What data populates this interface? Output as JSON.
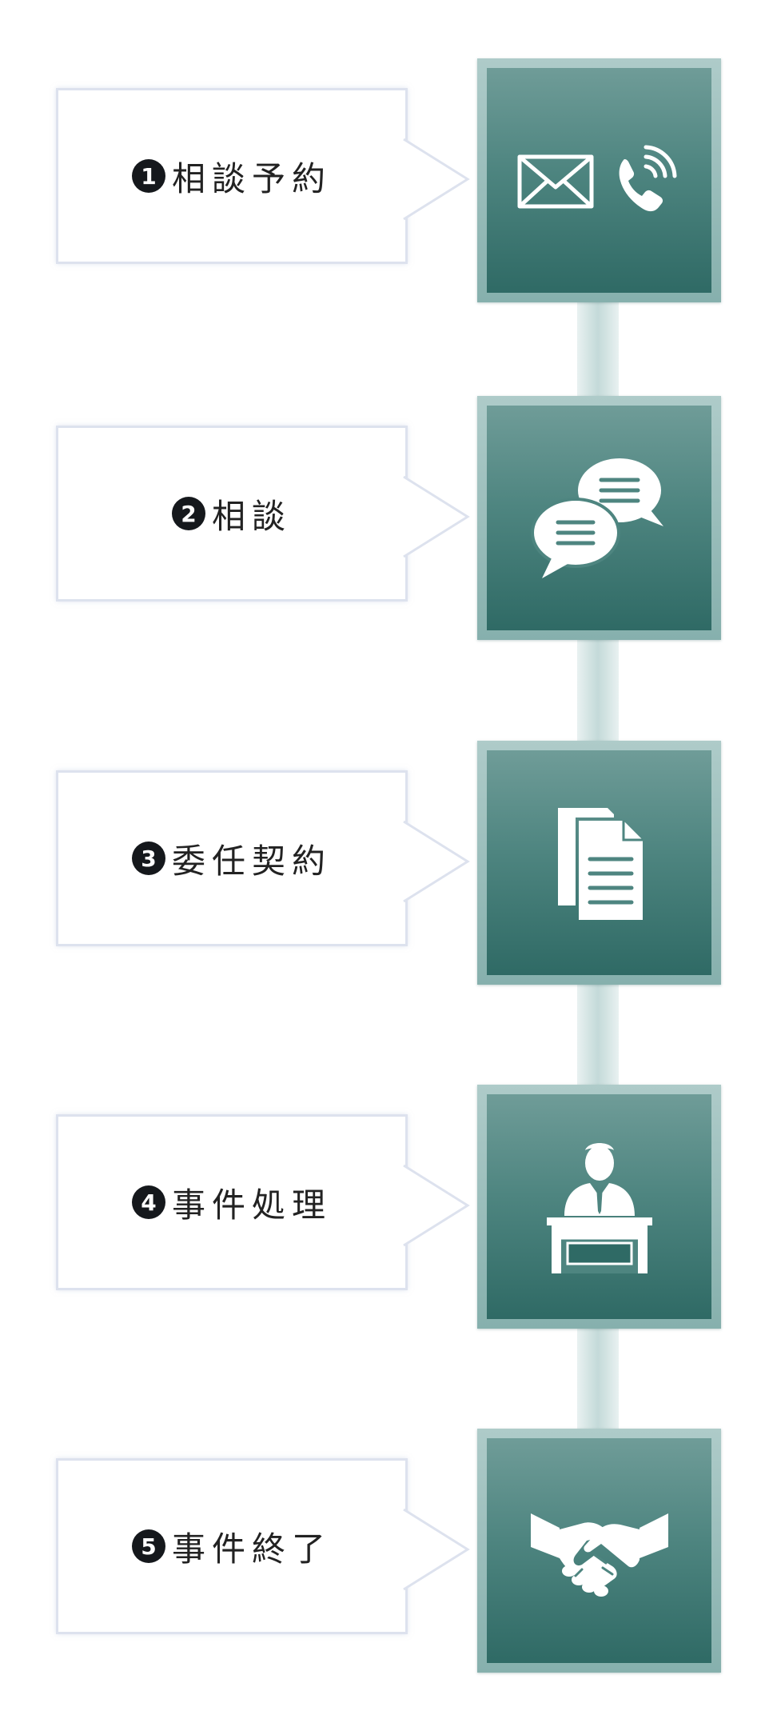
{
  "steps": [
    {
      "number": "1",
      "label": "相談予約",
      "icon": "mail-and-phone-icon"
    },
    {
      "number": "2",
      "label": "相談",
      "icon": "chat-bubbles-icon"
    },
    {
      "number": "3",
      "label": "委任契約",
      "icon": "documents-icon"
    },
    {
      "number": "4",
      "label": "事件処理",
      "icon": "lawyer-at-desk-icon"
    },
    {
      "number": "5",
      "label": "事件終了",
      "icon": "handshake-icon"
    }
  ],
  "colors": {
    "icon_box_top": "#6f9c98",
    "icon_box_bottom": "#2f6a65",
    "icon_frame": "#9fc1be",
    "callout_border": "#dde2ee",
    "badge": "#15181c",
    "text": "#222222"
  }
}
